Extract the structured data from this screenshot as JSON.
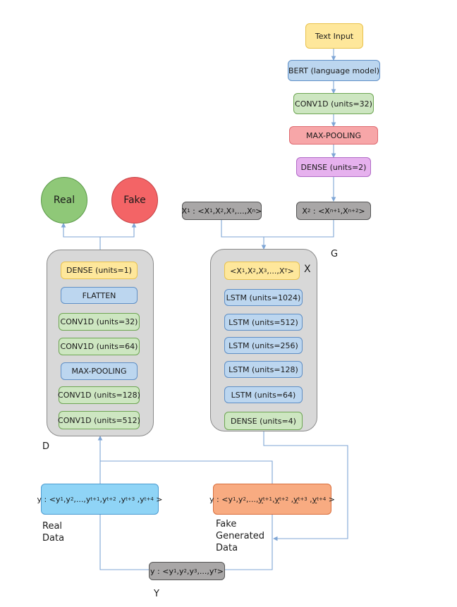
{
  "generator_branch": {
    "text_input": "Text Input",
    "bert": "BERT (language model)",
    "conv": "CONV1D (units=32)",
    "maxpool": "MAX-POOLING",
    "dense": "DENSE (units=2)"
  },
  "sequences": {
    "x1_prefix": "X",
    "x2_prefix": "X",
    "y_prefix": "y"
  },
  "generator": {
    "label": "G",
    "x_label": "X",
    "layers": [
      "LSTM (units=1024)",
      "LSTM (units=512)",
      "LSTM (units=256)",
      "LSTM (units=128)",
      "LSTM (units=64)",
      "DENSE (units=4)"
    ]
  },
  "discriminator": {
    "label": "D",
    "layers": [
      "DENSE (units=1)",
      "FLATTEN",
      "CONV1D (units=32)",
      "CONV1D (units=64)",
      "MAX-POOLING",
      "CONV1D (units=128)",
      "CONV1D (units=512)"
    ]
  },
  "outputs": {
    "real": "Real",
    "fake": "Fake"
  },
  "data_labels": {
    "real_data_line1": "Real",
    "real_data_line2": "Data",
    "fake_data_line1": "Fake",
    "fake_data_line2": "Generated",
    "fake_data_line3": "Data",
    "y_label": "Y"
  },
  "colors": {
    "yellow": "#fee79b",
    "blue": "#bcd6ef",
    "green": "#cde6c1",
    "red": "#f7a6a8",
    "purple": "#e6b1ee",
    "gray": "#a9a7a7",
    "cyan": "#8fd4f6",
    "orange": "#f8ab81",
    "real_circle": "#8fc878",
    "fake_circle": "#f36466",
    "wire": "#7fa6d6"
  }
}
